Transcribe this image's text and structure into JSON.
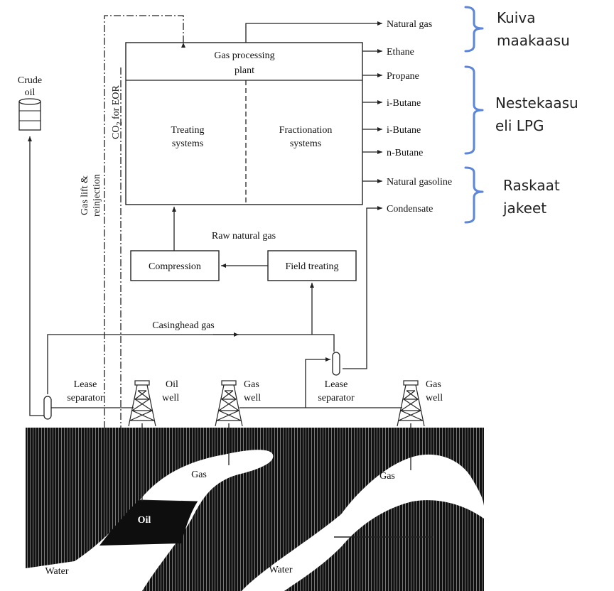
{
  "plant": {
    "title_line1": "Gas processing",
    "title_line2": "plant",
    "treating_line1": "Treating",
    "treating_line2": "systems",
    "fractionation_line1": "Fractionation",
    "fractionation_line2": "systems"
  },
  "products": [
    "Natural gas",
    "Ethane",
    "Propane",
    "i-Butane",
    "i-Butane",
    "n-Butane",
    "Natural gasoline",
    "Condensate"
  ],
  "annotations": {
    "group1": [
      "Kuiva",
      "maakaasu"
    ],
    "group2": [
      "Nestekaasu",
      "eli LPG"
    ],
    "group3": [
      "Raskaat",
      "jakeet"
    ]
  },
  "flows": {
    "crude_oil": [
      "Crude",
      "oil"
    ],
    "co2_prefix": "CO",
    "co2_sub": "2",
    "co2_suffix": " for EOR",
    "gas_lift": [
      "Gas lift &",
      "reinjection"
    ],
    "raw_natural_gas": "Raw natural gas",
    "compression": "Compression",
    "field_treating": "Field treating",
    "casinghead_gas": "Casinghead gas"
  },
  "surface": {
    "lease_separator_left": [
      "Lease",
      "separator"
    ],
    "oil_well": [
      "Oil",
      "well"
    ],
    "gas_well_1": [
      "Gas",
      "well"
    ],
    "lease_separator_right": [
      "Lease",
      "separator"
    ],
    "gas_well_2": [
      "Gas",
      "well"
    ]
  },
  "reservoir": {
    "gas_left": "Gas",
    "oil": "Oil",
    "water_left": "Water",
    "gas_right": "Gas",
    "water_right": "Water"
  }
}
